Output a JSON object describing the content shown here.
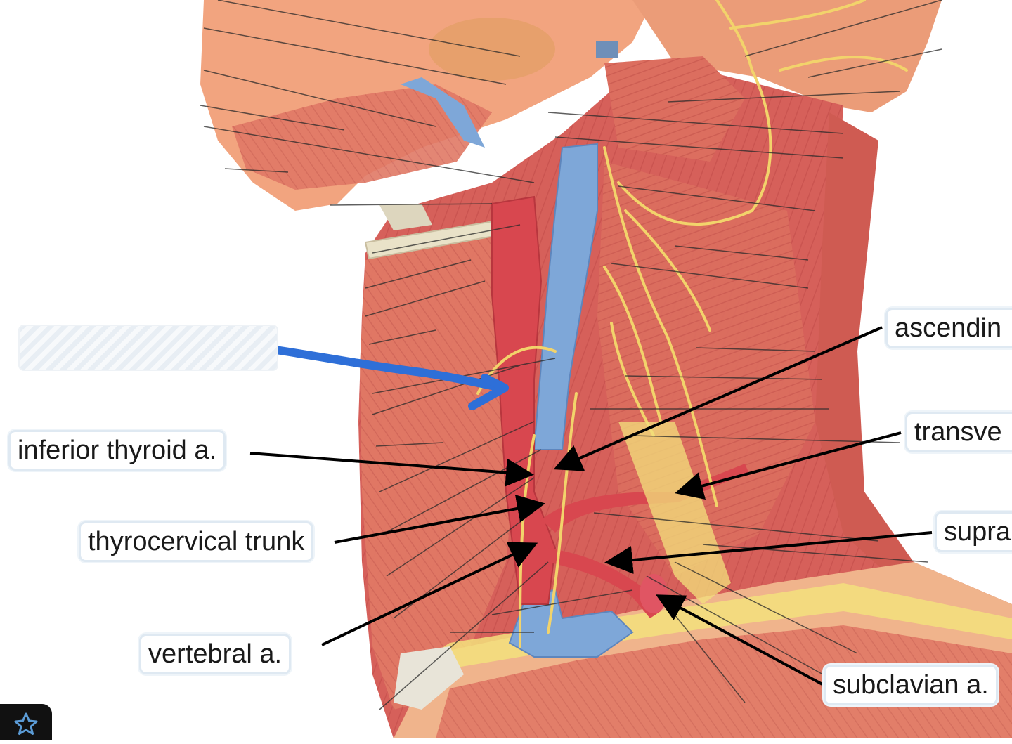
{
  "diagram": {
    "labels": {
      "inferior_thyroid": "inferior thyroid a.",
      "thyrocervical_trunk": "thyrocervical trunk",
      "vertebral": "vertebral a.",
      "subclavian": "subclavian a.",
      "ascending": "ascendin",
      "transverse": "transve",
      "supra": "supra"
    },
    "blank_label": "",
    "colors": {
      "muscle": "#d9635a",
      "skin": "#f3a981",
      "vein": "#7ea7d8",
      "artery": "#d8474f",
      "nerve": "#f2d36b",
      "bone": "#e9e2c8",
      "annotation_arrow": "#2e6fd8",
      "leader_line": "#000000"
    },
    "icons": {
      "favorite": "star-icon"
    }
  }
}
